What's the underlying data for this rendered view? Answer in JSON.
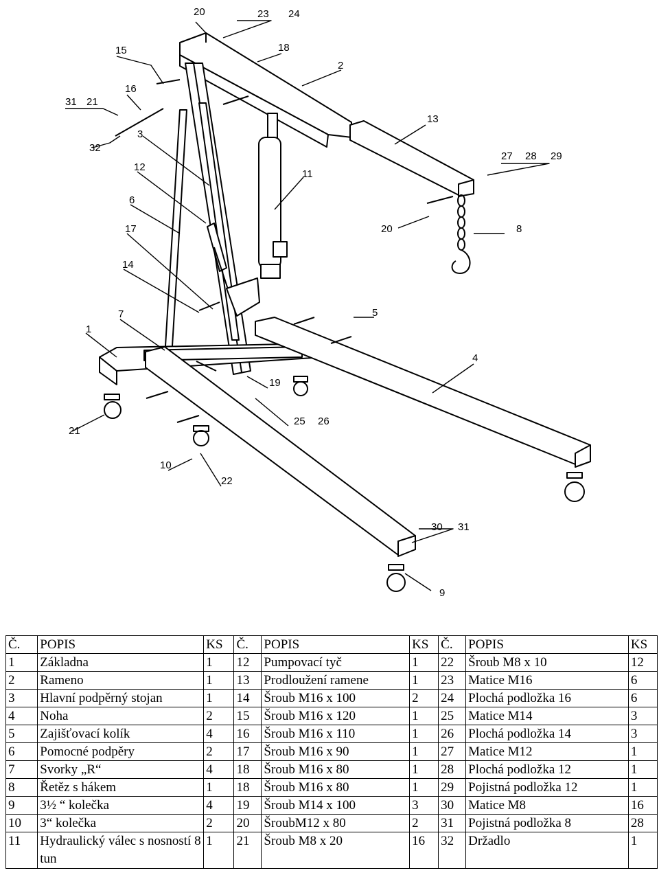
{
  "callouts": [
    "20",
    "23",
    "24",
    "15",
    "18",
    "2",
    "16",
    "31",
    "21",
    "13",
    "32",
    "3",
    "27",
    "28",
    "29",
    "11",
    "12",
    "6",
    "20",
    "8",
    "17",
    "14",
    "5",
    "7",
    "1",
    "4",
    "19",
    "25",
    "26",
    "21",
    "10",
    "22",
    "30",
    "31",
    "9"
  ],
  "table": {
    "headers": [
      "Č.",
      "POPIS",
      "KS",
      "Č.",
      "POPIS",
      "KS",
      "Č.",
      "POPIS",
      "KS"
    ],
    "rows": [
      [
        "1",
        "Základna",
        "1",
        "12",
        "Pumpovací tyč",
        "1",
        "22",
        "Šroub M8 x 10",
        "12"
      ],
      [
        "2",
        "Rameno",
        "1",
        "13",
        "Prodloužení ramene",
        "1",
        "23",
        "Matice M16",
        "6"
      ],
      [
        "3",
        "Hlavní podpěrný stojan",
        "1",
        "14",
        "Šroub M16 x 100",
        "2",
        "24",
        " Plochá podložka 16",
        "6"
      ],
      [
        "4",
        "Noha",
        "2",
        "15",
        "Šroub M16 x 120",
        "1",
        "25",
        "Matice M14",
        "3"
      ],
      [
        "5",
        "Zajišťovací kolík",
        "4",
        "16",
        "Šroub M16 x 110",
        "1",
        "26",
        "Plochá podložka 14",
        "3"
      ],
      [
        "6",
        "Pomocné podpěry",
        "2",
        "17",
        "Šroub M16 x 90",
        "1",
        "27",
        "Matice M12",
        "1"
      ],
      [
        "7",
        "Svorky „R“",
        "4",
        "18",
        "Šroub M16 x 80",
        "1",
        "28",
        "Plochá podložka 12",
        "1"
      ],
      [
        "8",
        "Řetěz s hákem",
        "1",
        "18",
        "Šroub M16 x 80",
        "1",
        "29",
        "Pojistná podložka 12",
        "1"
      ],
      [
        "9",
        "3½ “ kolečka",
        "4",
        "19",
        "Šroub M14 x 100",
        "3",
        "30",
        "Matice M8",
        "16"
      ],
      [
        "10",
        "3“ kolečka",
        "2",
        "20",
        "ŠroubM12 x 80",
        "2",
        "31",
        "Pojistná podložka 8",
        "28"
      ],
      [
        "11",
        "Hydraulický válec s nosností 8 tun",
        "1",
        "21",
        "Šroub M8 x 20",
        "16",
        "32",
        "Držadlo",
        "1"
      ]
    ]
  }
}
